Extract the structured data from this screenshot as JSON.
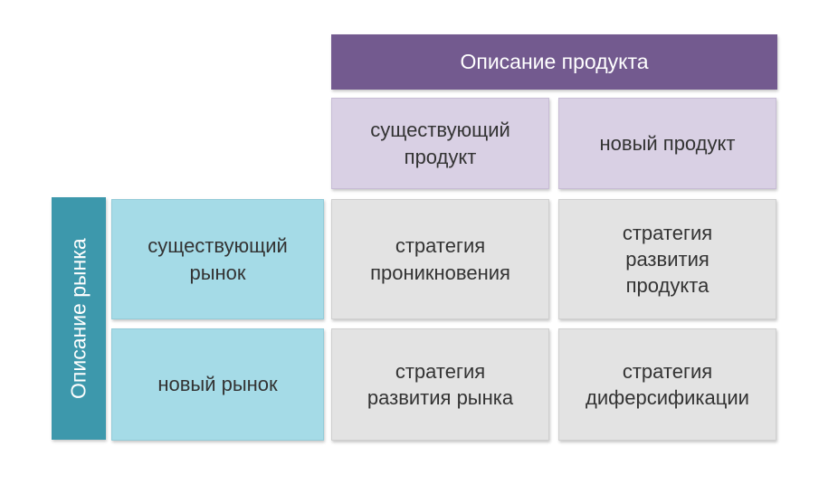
{
  "product_header": "Описание продукта",
  "market_header": "Описание рынка",
  "columns": [
    "существующий\nпродукт",
    "новый продукт"
  ],
  "rows": [
    "существующий\nрынок",
    "новый рынок"
  ],
  "cells": {
    "existing_market_existing_product": "стратегия\nпроникновения",
    "existing_market_new_product": "стратегия\nразвития\nпродукта",
    "new_market_existing_product": "стратегия\nразвития рынка",
    "new_market_new_product": "стратегия\nдиферсификации"
  },
  "colors": {
    "product_header": "#735a8f",
    "column_headers": "#d9d0e4",
    "market_header": "#3d98ac",
    "row_headers": "#a5dbe7",
    "cells": "#e3e3e3"
  }
}
